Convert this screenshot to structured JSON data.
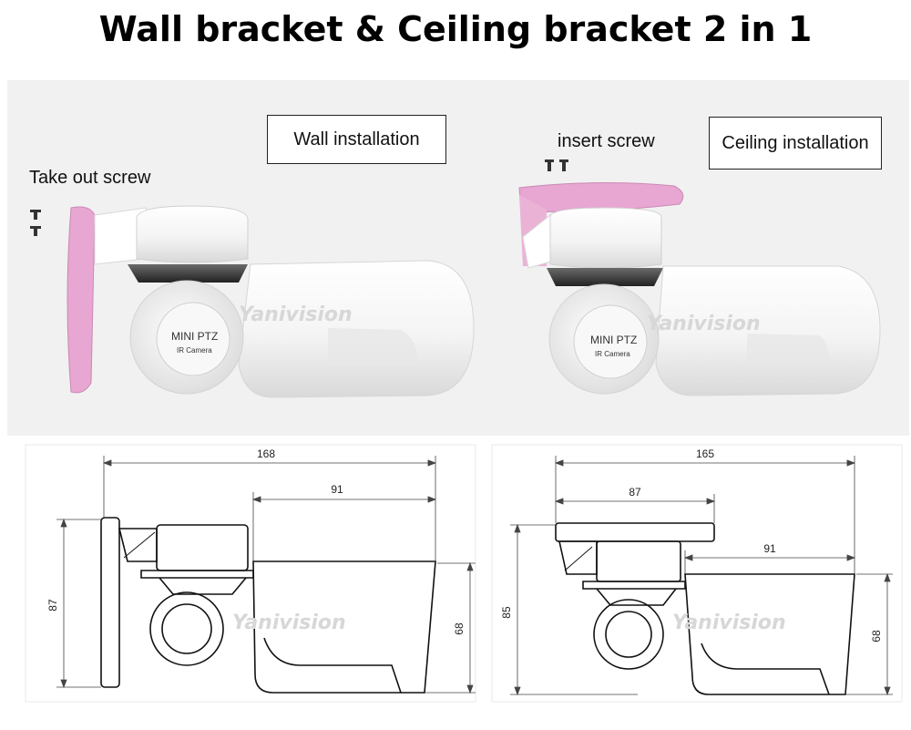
{
  "title": "Wall bracket & Ceiling bracket 2 in 1",
  "labels": {
    "take_out_screw": "Take out screw",
    "wall_installation": "Wall installation",
    "insert_screw": "insert screw",
    "ceiling_installation": "Ceiling installation"
  },
  "camera": {
    "model": "MINI PTZ",
    "subtitle": "IR Camera",
    "watermark": "Yanivision"
  },
  "drawings": {
    "wall": {
      "overall_width": "168",
      "body_width": "91",
      "total_height": "87",
      "body_height": "68"
    },
    "ceiling": {
      "overall_width": "165",
      "bracket_width": "87",
      "body_width": "91",
      "total_height": "85",
      "body_height": "68"
    }
  },
  "colors": {
    "bracket": "#e8a6d2",
    "camera_body": "#f7f7f7",
    "ring": "#3a3a3a",
    "photo_bg": "#f1f1f1"
  }
}
